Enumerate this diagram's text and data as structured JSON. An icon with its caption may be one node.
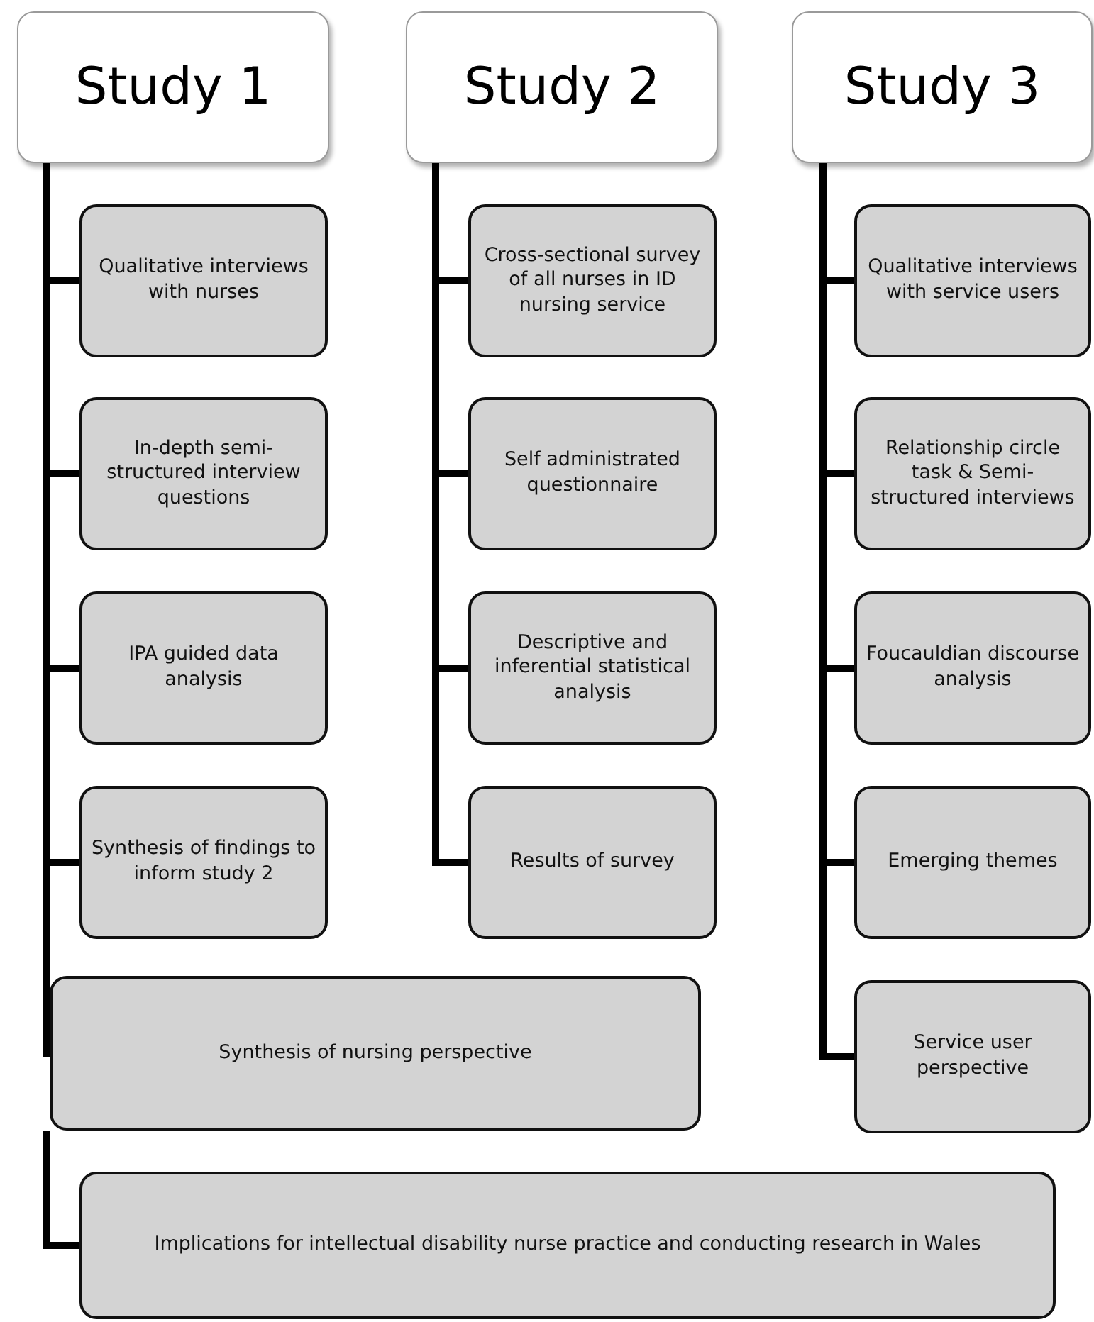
{
  "diagram": {
    "nodes": [
      {
        "text": [
          "Study 1"
        ]
      },
      {
        "text": [
          "Study 2"
        ]
      },
      {
        "text": [
          "Study 3"
        ]
      },
      {
        "text": [
          "Qualitative interviews with nurses"
        ]
      },
      {
        "text": [
          "In-depth semi-structured interview questions"
        ]
      },
      {
        "text": [
          "IPA guided data analysis"
        ]
      },
      {
        "text": [
          "Synthesis of findings to inform study 2"
        ]
      },
      {
        "text": [
          "Cross-sectional survey of all nurses in ID nursing service"
        ]
      },
      {
        "text": [
          "Self administrated questionnaire"
        ]
      },
      {
        "text": [
          "Descriptive and inferential statistical analysis"
        ]
      },
      {
        "text": [
          "Results of survey"
        ]
      },
      {
        "text": [
          "Qualitative interviews with service users"
        ]
      },
      {
        "text": [
          "Relationship circle task & Semi-structured interviews"
        ]
      },
      {
        "text": [
          "Foucauldian discourse analysis"
        ]
      },
      {
        "text": [
          "Emerging themes"
        ]
      },
      {
        "text": [
          "Service user perspective"
        ]
      },
      {
        "text": [
          "Synthesis of nursing perspective"
        ]
      },
      {
        "text": [
          "Implications for intellectual disability nurse practice  and conducting research in Wales"
        ]
      }
    ],
    "edges": [
      {
        "from": 0,
        "to": 3,
        "arrow": "none"
      },
      {
        "from": 0,
        "to": 4,
        "arrow": "none"
      },
      {
        "from": 0,
        "to": 5,
        "arrow": "none"
      },
      {
        "from": 0,
        "to": 6,
        "arrow": "none"
      },
      {
        "from": 0,
        "to": 16,
        "arrow": "none"
      },
      {
        "from": 1,
        "to": 7,
        "arrow": "none"
      },
      {
        "from": 1,
        "to": 8,
        "arrow": "none"
      },
      {
        "from": 1,
        "to": 9,
        "arrow": "none"
      },
      {
        "from": 1,
        "to": 10,
        "arrow": "none"
      },
      {
        "from": 2,
        "to": 11,
        "arrow": "none"
      },
      {
        "from": 2,
        "to": 12,
        "arrow": "none"
      },
      {
        "from": 2,
        "to": 13,
        "arrow": "none"
      },
      {
        "from": 2,
        "to": 14,
        "arrow": "none"
      },
      {
        "from": 2,
        "to": 15,
        "arrow": "none"
      },
      {
        "from": 16,
        "to": 17,
        "arrow": "none"
      }
    ]
  }
}
